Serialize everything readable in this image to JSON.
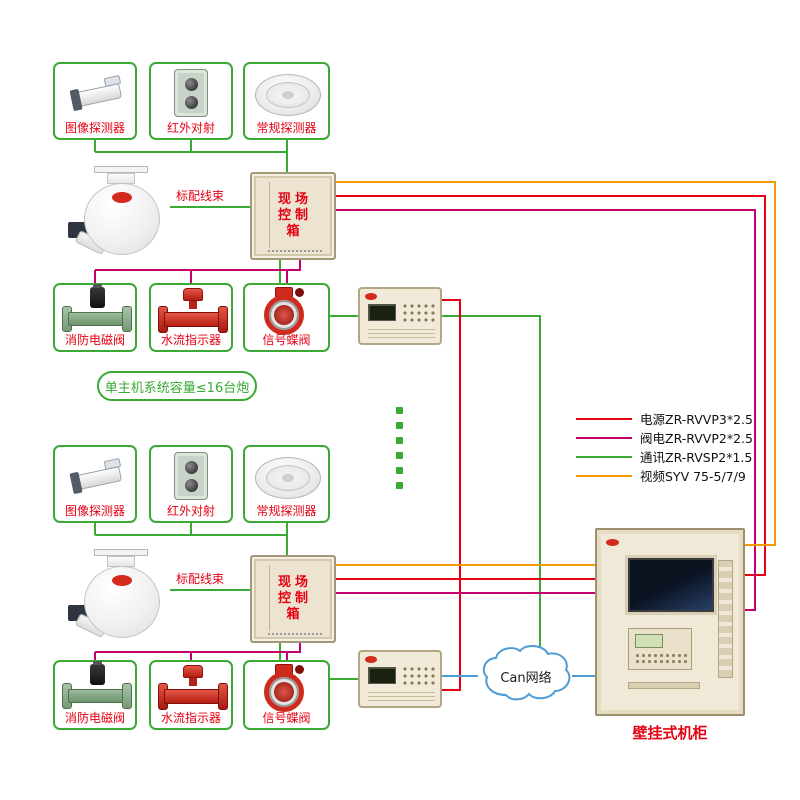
{
  "colors": {
    "power": "#e60012",
    "valve": "#c4006e",
    "comms": "#3aaa35",
    "video": "#f59a00",
    "can": "#4f9bd5",
    "label": "#e60012"
  },
  "legend": {
    "items": [
      {
        "name": "power",
        "label": "电源ZR-RVVP3*2.5",
        "color": "#e60012"
      },
      {
        "name": "valve",
        "label": "阀电ZR-RVVP2*2.5",
        "color": "#c4006e"
      },
      {
        "name": "comms",
        "label": "通讯ZR-RVSP2*1.5",
        "color": "#3aaa35"
      },
      {
        "name": "video",
        "label": "视频SYV 75-5/7/9",
        "color": "#f59a00"
      }
    ]
  },
  "capacity_note": "单主机系统容量≤16台炮",
  "can_cloud": {
    "label": "Can网络"
  },
  "cabinet": {
    "label": "壁挂式机柜"
  },
  "sections": [
    {
      "harness": "标配线束",
      "detectors": [
        {
          "label": "图像探测器"
        },
        {
          "label": "红外对射"
        },
        {
          "label": "常规探测器"
        }
      ],
      "valves": [
        {
          "label": "消防电磁阀"
        },
        {
          "label": "水流指示器"
        },
        {
          "label": "信号蝶阀"
        }
      ],
      "control_box": {
        "line1": "现场",
        "line2": "控制",
        "line3": "箱"
      }
    },
    {
      "harness": "标配线束",
      "detectors": [
        {
          "label": "图像探测器"
        },
        {
          "label": "红外对射"
        },
        {
          "label": "常规探测器"
        }
      ],
      "valves": [
        {
          "label": "消防电磁阀"
        },
        {
          "label": "水流指示器"
        },
        {
          "label": "信号蝶阀"
        }
      ],
      "control_box": {
        "line1": "现场",
        "line2": "控制",
        "line3": "箱"
      }
    }
  ]
}
